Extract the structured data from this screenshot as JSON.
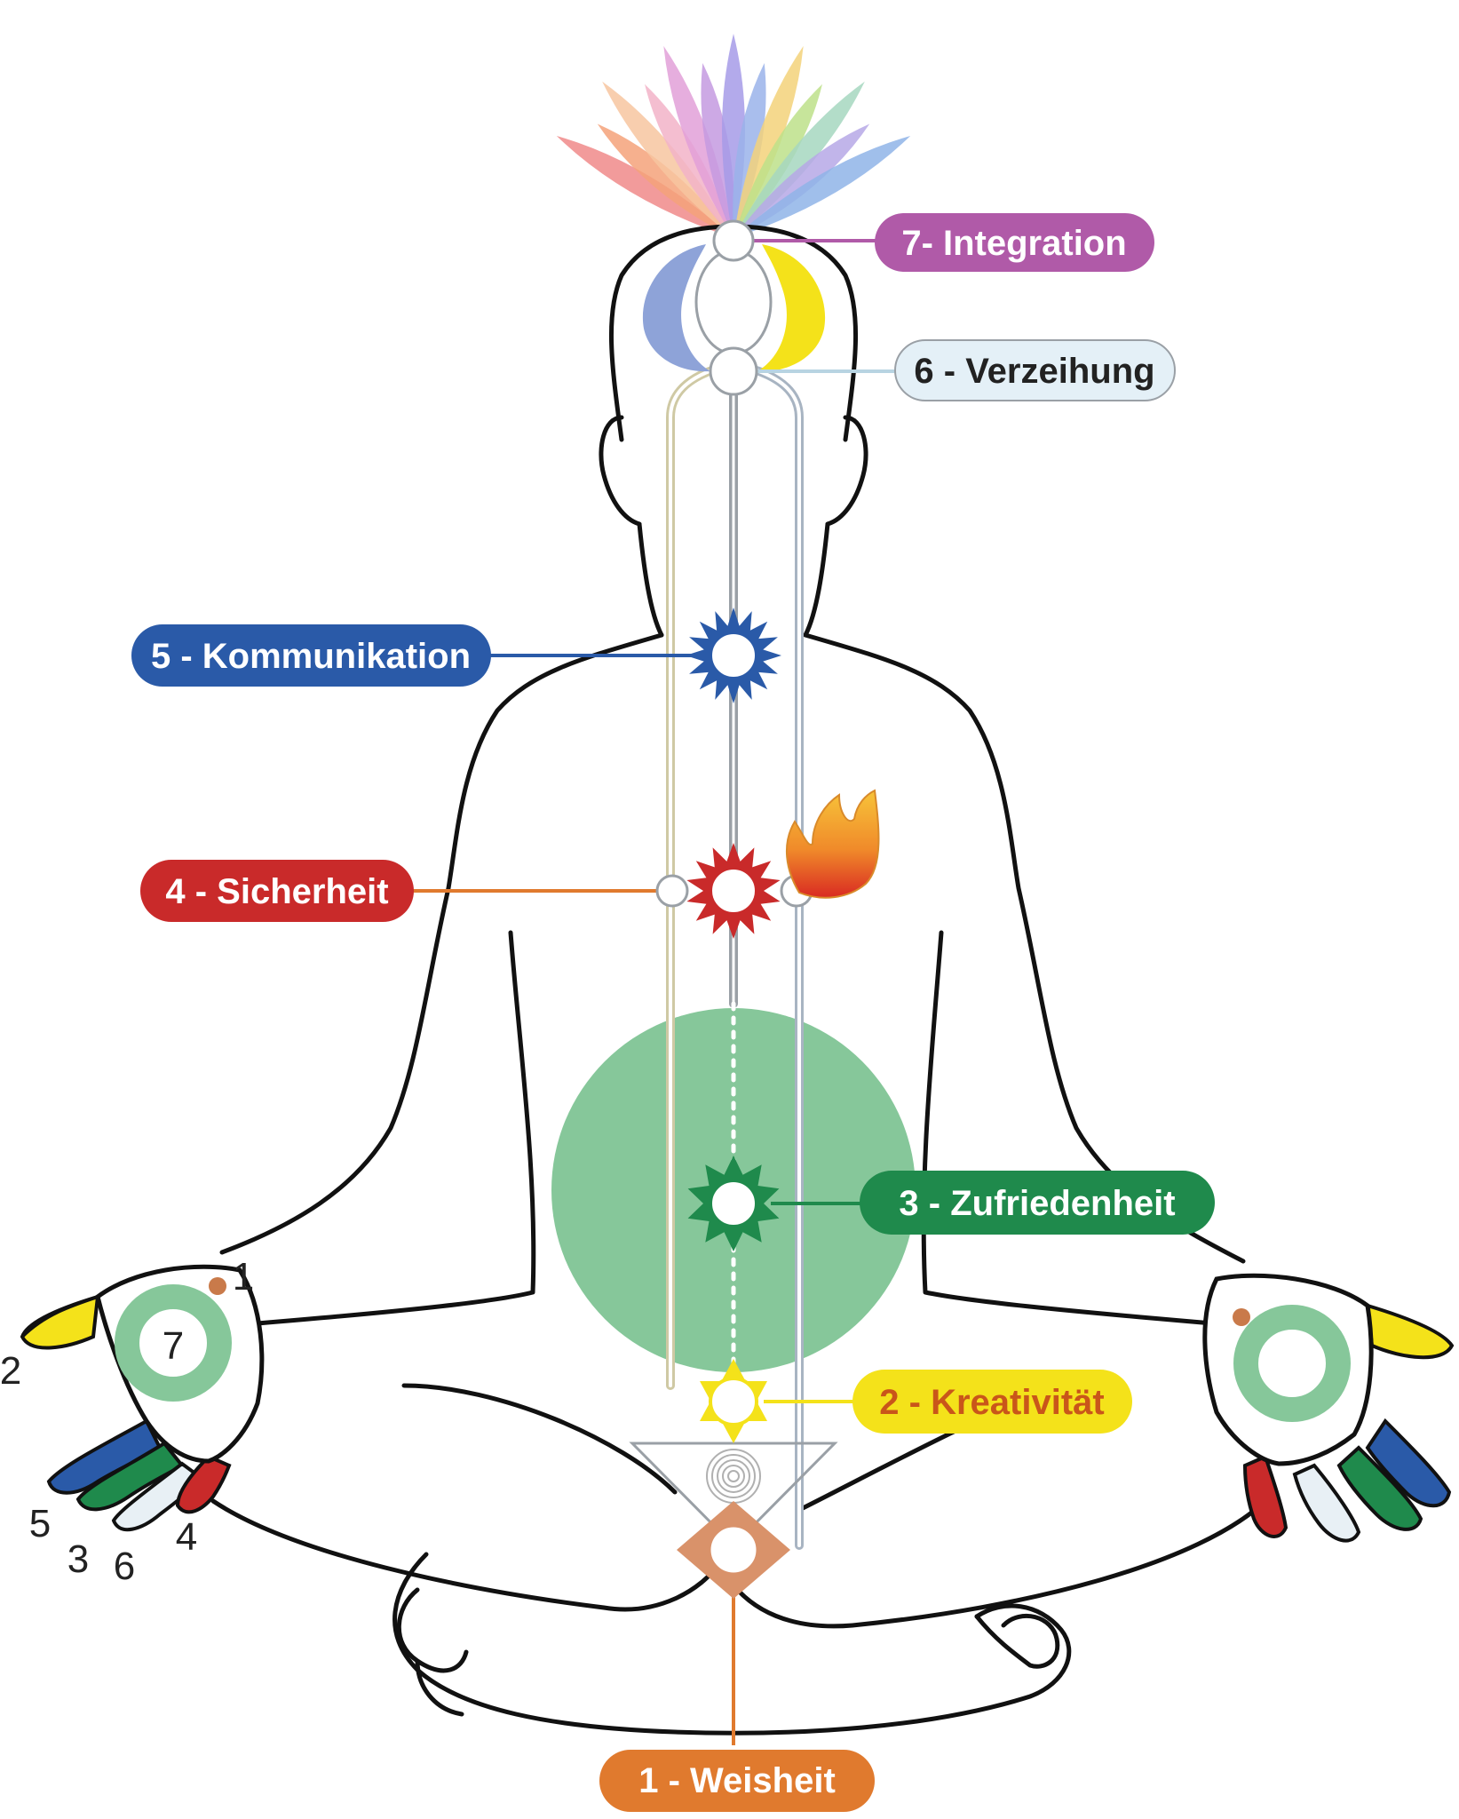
{
  "labels": {
    "c7": "7- Integration",
    "c6": "6 - Verzeihung",
    "c5": "5 - Kommunikation",
    "c4": "4 - Sicherheit",
    "c3": "3 - Zufriedenheit",
    "c2": "2 - Kreativität",
    "c1": "1 - Weisheit"
  },
  "left_hand": {
    "center": "7",
    "fingers": [
      "1",
      "2",
      "5",
      "3",
      "6",
      "4"
    ]
  },
  "colors": {
    "crown": "#b05aa8",
    "third_eye": "#d8eaf3",
    "throat": "#2a5aa8",
    "heart": "#c92a2a",
    "solar_plexus": "#1f8a4c",
    "sacral": "#f4e21a",
    "root": "#e07a2e",
    "solar_disc": "#86c79a",
    "moon_blue": "#8ea3d8",
    "moon_yellow": "#f4e21a"
  }
}
